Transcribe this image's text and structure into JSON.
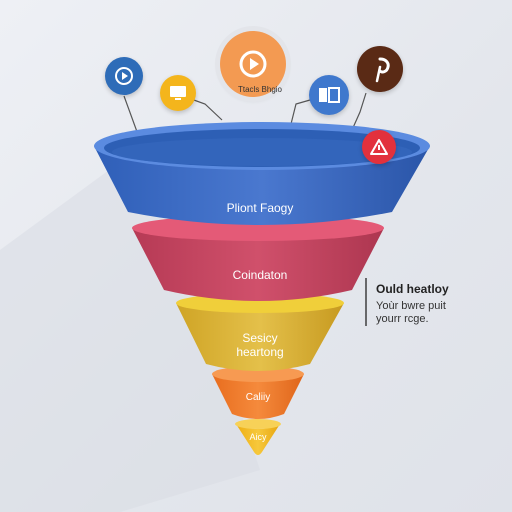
{
  "top_label": "Ttacls Bhgio",
  "stages": [
    {
      "label": "Pliont Faogy",
      "color": "#3d68c0"
    },
    {
      "label": "Coindaton",
      "color": "#c94360"
    },
    {
      "label_line1": "Sesicy",
      "label_line2": "heartong",
      "color": "#dfb62e"
    },
    {
      "label": "Caliiy",
      "color": "#ee7a2a"
    },
    {
      "label": "Aicy",
      "color": "#f2bc1e"
    }
  ],
  "side_note": {
    "title": "Ould heatloy",
    "line1": "Yoùr bwre puit",
    "line2": "yourr rcge."
  },
  "icons": [
    {
      "name": "video-play-icon",
      "color": "#2e6cb8"
    },
    {
      "name": "monitor-icon",
      "color": "#f4b51c"
    },
    {
      "name": "play-circle-icon",
      "color": "#f39a52"
    },
    {
      "name": "office-icon",
      "color": "#3f78cd"
    },
    {
      "name": "pinterest-icon",
      "color": "#5a2a15"
    },
    {
      "name": "warning-icon",
      "color": "#e2313d"
    }
  ]
}
